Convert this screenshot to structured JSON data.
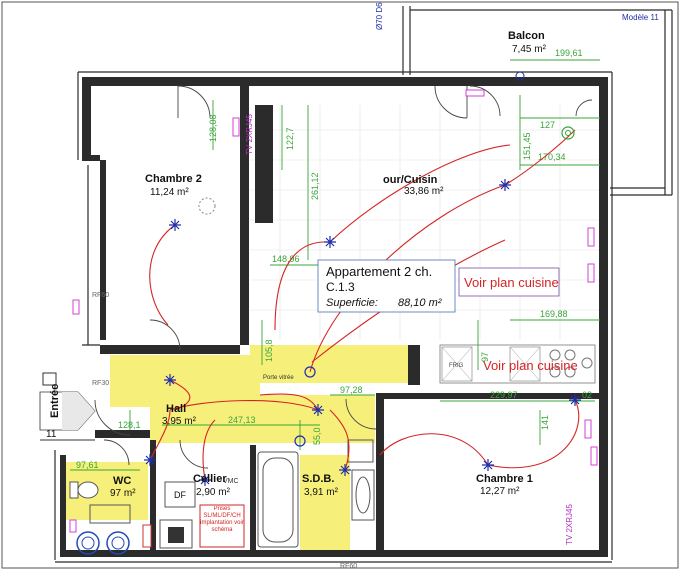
{
  "header": {
    "model_label": "Modèle 11",
    "top_code": "Ø70 D6"
  },
  "apartment": {
    "title": "Appartement 2 ch.",
    "code": "C.1.3",
    "surface_label": "Superficie:",
    "surface_value": "88,10 m²"
  },
  "kitchen_note": "Voir plan cuisine",
  "kitchen_note_2": "Voir plan cuisine",
  "entry": {
    "label": "Entrée",
    "number": "11",
    "door_code": "RF30",
    "wall_code": "RF60",
    "bottom_code": "RF60"
  },
  "rooms": {
    "balcon": {
      "name": "Balcon",
      "area": "7,45 m²"
    },
    "chambre2": {
      "name": "Chambre 2",
      "area": "11,24 m²"
    },
    "sejour": {
      "name": "our/Cuisin",
      "area": "33,86 m²"
    },
    "hall": {
      "name": "Hall",
      "area": "3,95 m²"
    },
    "wc": {
      "name": "WC",
      "area": "97 m²"
    },
    "cellier": {
      "name": "Cellier",
      "area": "2,90 m²"
    },
    "sdb": {
      "name": "S.D.B.",
      "area": "3,91 m²"
    },
    "chambre1": {
      "name": "Chambre 1",
      "area": "12,27 m²"
    }
  },
  "dimensions": {
    "balcon_width": "199,61",
    "c2_vertical": "128,08",
    "vert_122": "122,7",
    "vert_261": "261,12",
    "vert_151": "151,45",
    "sej_127": "127",
    "sej_170": "170,34",
    "sej_148": "148,96",
    "sej_169": "169,88",
    "vert_105": "105,8",
    "vert_97": "97",
    "hall_247": "247,13",
    "hall_97": "97,28",
    "hall_128": "128,1",
    "c1_229": "229,97",
    "c1_141": "141",
    "c1_02": "02",
    "wc_97": "97,61",
    "sdb_55": "55,0"
  },
  "small_labels": {
    "tv_rj45_top": "TV 2XRJ45",
    "tv_rj45_c1": "TV 2XRJ45",
    "porte_vitree": "Porte vitrée",
    "frigo": "FRIG",
    "vmc": "VMC",
    "df": "DF",
    "prises_note": "Prises SL/ML/DF/CH implantation voir schéma"
  }
}
